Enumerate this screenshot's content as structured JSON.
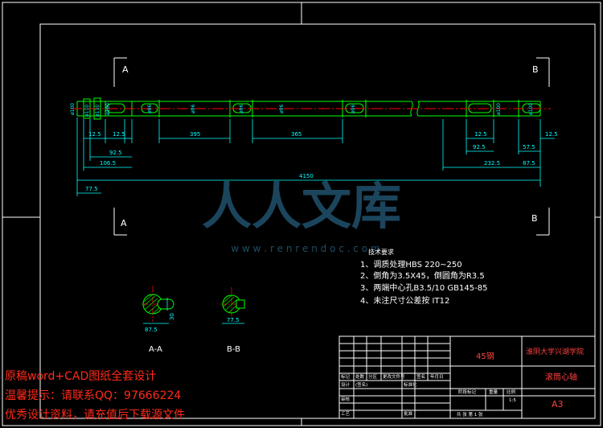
{
  "drawing": {
    "section_labels": {
      "left": "A",
      "right": "B"
    },
    "diameters": [
      "ø100",
      "ø110",
      "ø110",
      "ø100",
      "ø96",
      "ø96",
      "ø96",
      "ø96",
      "ø96",
      "ø100",
      "ø100"
    ],
    "dimensions": {
      "d_12_5a": "12.5",
      "d_12_5b": "12.5",
      "d_395": "395",
      "d_365": "365",
      "d_92_5a": "92.5",
      "d_106_5": "106.5",
      "d_77_5": "77.5",
      "d_4150": "4150",
      "d_12_5c": "12.5",
      "d_92_5b": "92.5",
      "d_232_5": "232.5",
      "d_57_5": "57.5",
      "d_87_5": "87.5",
      "d_12_5d": "12.5"
    },
    "tech_requirements": {
      "title": "技术要求",
      "items": [
        "1、调质处理HBS 220~250",
        "2、倒角为3.5X45，倒圆角为R3.5",
        "3、两端中心孔B3.5/10 GB145-85",
        "4、未注尺寸公差按 IT12"
      ]
    },
    "sections": {
      "aa": {
        "label": "A-A",
        "dim_w": "87.5",
        "dim_h": "30"
      },
      "bb": {
        "label": "B-B",
        "dim_w": "77.5"
      }
    },
    "watermark": {
      "brand": "人人文库",
      "url": "w w w . r e n r e n d o c . c o m"
    }
  },
  "title_block": {
    "material": "45钢",
    "school": "淮阴大学兴湖学院",
    "part_name": "滚筒心轴",
    "sheet_size": "A3",
    "row_labels": [
      "标记",
      "处数",
      "分区",
      "更改文件号",
      "签名",
      "年月日"
    ],
    "design_row": [
      "设计",
      "(签名)",
      "标准化"
    ],
    "stage_headers": [
      "阶段标记",
      "重量",
      "比例"
    ],
    "scale": "1:5",
    "sheet_count": "共   张  第 1 张",
    "review": "审核",
    "process": "工艺",
    "approve": "批准"
  },
  "promo": [
    "原稿word+CAD图纸全套设计",
    "温馨提示：请联系QQ：97666224",
    "优秀设计资料，请充值后下载源文件"
  ],
  "colors": {
    "background": "#000000",
    "frame": "#ffffff",
    "outline": "#00ff00",
    "centerline": "#ff0000",
    "dimension": "#00ffff",
    "promo_text": "#ff2a1a",
    "title_text": "#ff4040",
    "watermark": "#1f4d66"
  }
}
